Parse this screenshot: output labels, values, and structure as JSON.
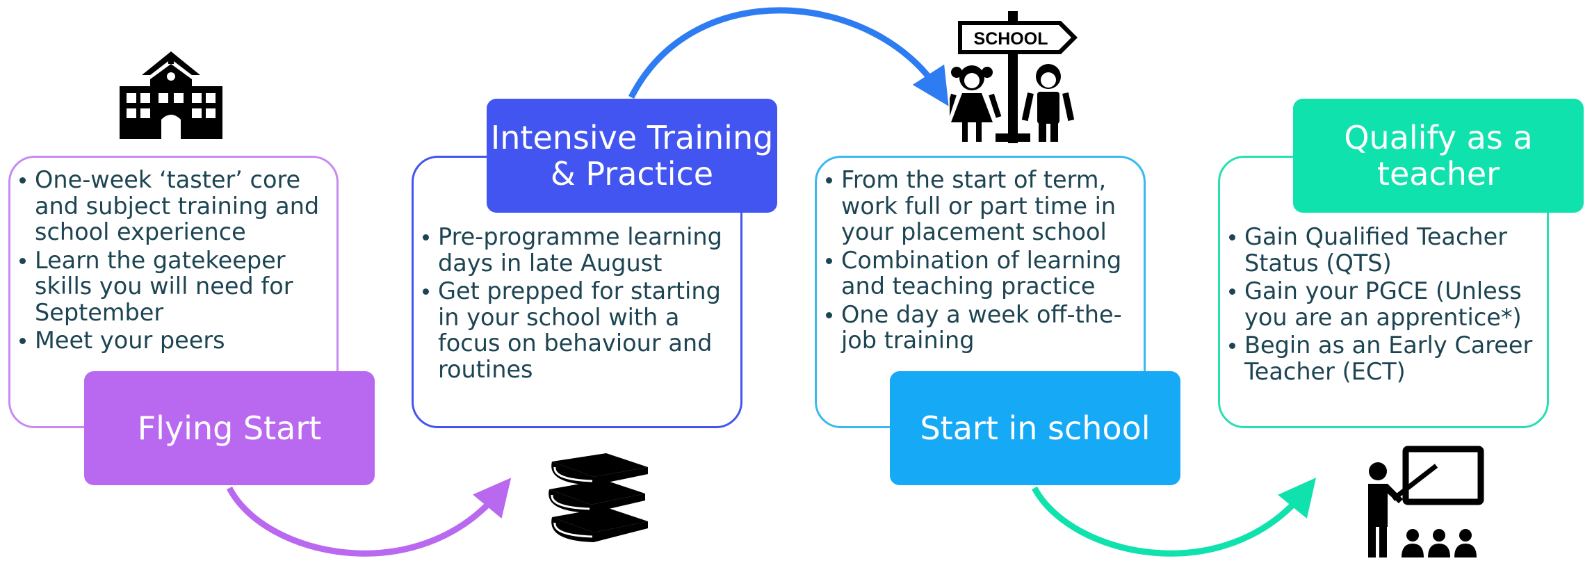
{
  "stages": [
    {
      "title": "Flying Start",
      "color": "#b968f0",
      "bullets": [
        "One-week ‘taster’ core and subject training and school experience",
        "Learn the gatekeeper skills you will need for September",
        "Meet your peers"
      ],
      "icon": "school-building-icon"
    },
    {
      "title_line1": "Intensive Training",
      "title_line2": "& Practice",
      "color": "#4255f0",
      "bullets": [
        "Pre-programme learning days in late August",
        "Get prepped for starting in your school with a focus on behaviour and routines"
      ],
      "icon": "books-stack-icon"
    },
    {
      "title": "Start in school",
      "color": "#16a9f5",
      "bullets": [
        "From the start of term, work full or part time in your placement school",
        "Combination of learning and teaching practice",
        "One day a week off-the-job training"
      ],
      "icon": "school-sign-children-icon",
      "sign_text": "SCHOOL"
    },
    {
      "title_line1": "Qualify as a",
      "title_line2": "teacher",
      "color": "#10e2ad",
      "bullets": [
        "Gain Qualified Teacher Status (QTS)",
        "Gain your PGCE (Unless you are an apprentice*)",
        "Begin as an Early Career Teacher (ECT)"
      ],
      "icon": "teacher-at-board-icon"
    }
  ],
  "arrows": [
    {
      "from": "Flying Start",
      "to": "Intensive Training & Practice",
      "color": "#b968f0"
    },
    {
      "from": "Intensive Training & Practice",
      "to": "Start in school",
      "color": "#2d7cf2"
    },
    {
      "from": "Start in school",
      "to": "Qualify as a teacher",
      "color": "#10e2ad"
    }
  ]
}
